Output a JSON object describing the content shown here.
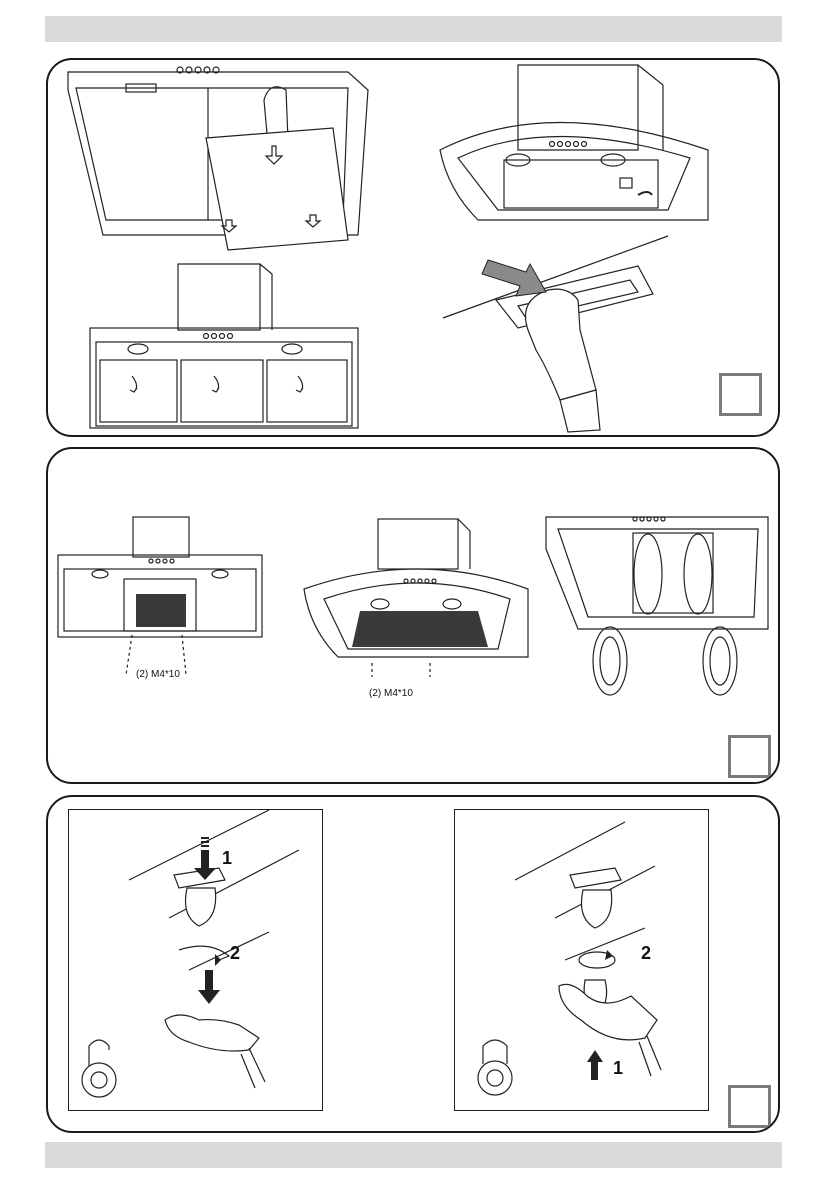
{
  "header_bar": {
    "color": "#d9d9d9"
  },
  "footer_bar": {
    "color": "#d9d9d9"
  },
  "panel_installation_removal": {
    "illustrations": [
      "filter-removal",
      "curved-hood-filter",
      "hand-press",
      "three-filter-hood"
    ]
  },
  "panel_carbon_filter": {
    "screw_label_left": "(2) M4*10",
    "screw_label_center": "(2) M4*10"
  },
  "panel_bulb_replace": {
    "left": {
      "step1": "1",
      "step2": "2"
    },
    "right": {
      "step1": "1",
      "step2": "2"
    }
  }
}
